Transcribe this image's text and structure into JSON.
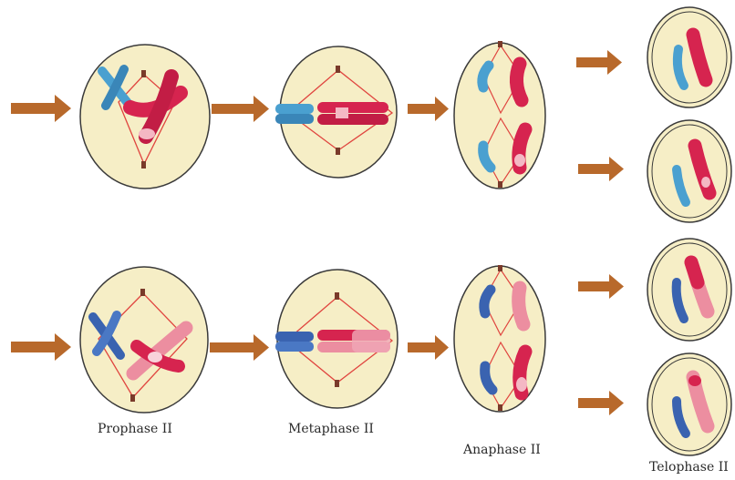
{
  "colors": {
    "cell_fill": "#f6eec6",
    "cell_stroke": "#3a3a3a",
    "arrow": "#b8692b",
    "spindle": "#e0453f",
    "chromosome_red": "#d6244f",
    "chromosome_pink": "#ec8ea0",
    "chromosome_blue": "#4aa0d0",
    "chromosome_blue_dark": "#3a63b0"
  },
  "labels": {
    "prophase": "Prophase II",
    "metaphase": "Metaphase II",
    "anaphase": "Anaphase II",
    "telophase": "Telophase II"
  }
}
